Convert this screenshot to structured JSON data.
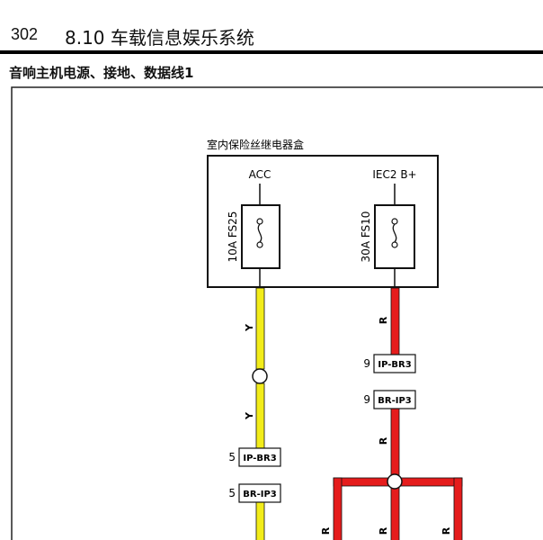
{
  "header": {
    "page_number": "302",
    "section_title": "8.10 车载信息娱乐系统"
  },
  "diagram": {
    "title": "音响主机电源、接地、数据线1",
    "fuse_box": {
      "label": "室内保险丝继电器盒",
      "fuses": [
        {
          "terminal": "ACC",
          "rating": "10A FS25"
        },
        {
          "terminal": "IEC2 B+",
          "rating": "30A FS10"
        }
      ]
    },
    "wires": {
      "left": {
        "color_code": "Y",
        "color": "#f2ec1a",
        "connectors": [
          {
            "pin": "5",
            "name": "IP-BR3"
          },
          {
            "pin": "5",
            "name": "BR-IP3"
          }
        ]
      },
      "right": {
        "color_code": "R",
        "color": "#e51c1c",
        "connectors": [
          {
            "pin": "9",
            "name": "IP-BR3"
          },
          {
            "pin": "9",
            "name": "BR-IP3"
          }
        ]
      }
    }
  }
}
